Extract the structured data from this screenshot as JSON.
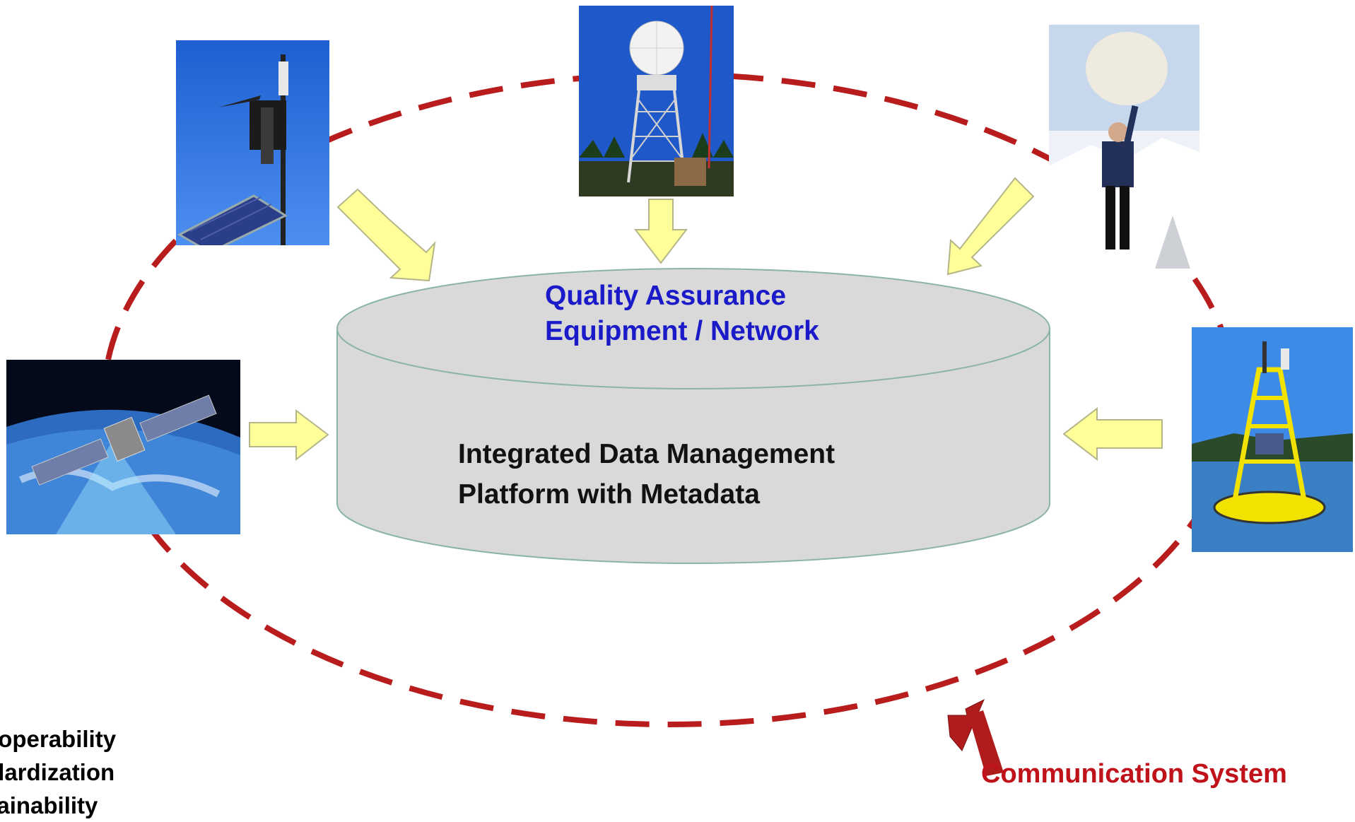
{
  "diagram": {
    "database": {
      "qa_line1": "Quality Assurance",
      "qa_line2": "Equipment / Network",
      "core_line1": "Integrated Data Management",
      "core_line2": "Platform with Metadata"
    },
    "communication_label": "Communication System",
    "principles": [
      "eroperability",
      "ndardization",
      "stainability"
    ],
    "sources": [
      {
        "name": "weather-station-photo"
      },
      {
        "name": "radar-tower-photo"
      },
      {
        "name": "weather-balloon-photo"
      },
      {
        "name": "satellite-photo"
      },
      {
        "name": "ocean-buoy-photo"
      }
    ],
    "colors": {
      "ring": "#b81c1c",
      "arrow_fill": "#ffff99",
      "arrow_stroke": "#b5b58a",
      "cylinder": "#d9d9d9",
      "qa_text": "#1a1ac8",
      "comm_text": "#c0121a"
    }
  }
}
